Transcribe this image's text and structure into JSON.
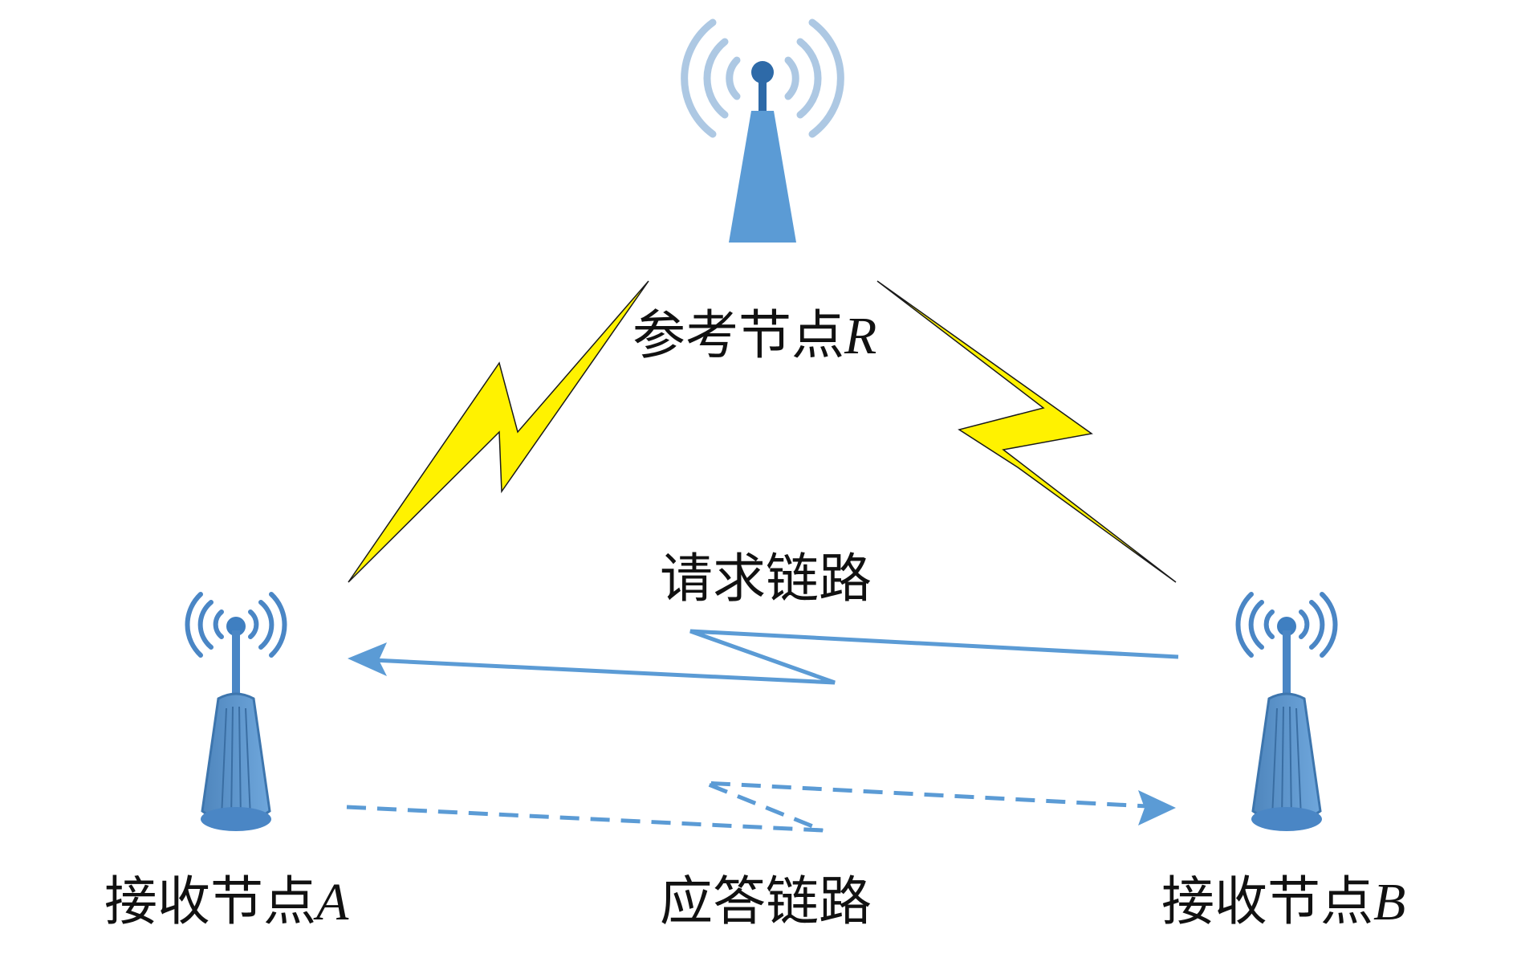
{
  "labels": {
    "reference_node": "参考节点",
    "reference_letter": "R",
    "request_link": "请求链路",
    "receiver_a": "接收节点",
    "receiver_a_letter": "A",
    "response_link": "应答链路",
    "receiver_b": "接收节点",
    "receiver_b_letter": "B"
  },
  "colors": {
    "tower_blue": "#5b9bd5",
    "wave_light": "#adc8e3",
    "wave_dark": "#2e6aa8",
    "lightning_yellow": "#fff200",
    "link_blue": "#5b9bd5"
  },
  "icons": {
    "reference": "radio-tower-icon",
    "receiver_a": "antenna-icon",
    "receiver_b": "antenna-icon"
  }
}
